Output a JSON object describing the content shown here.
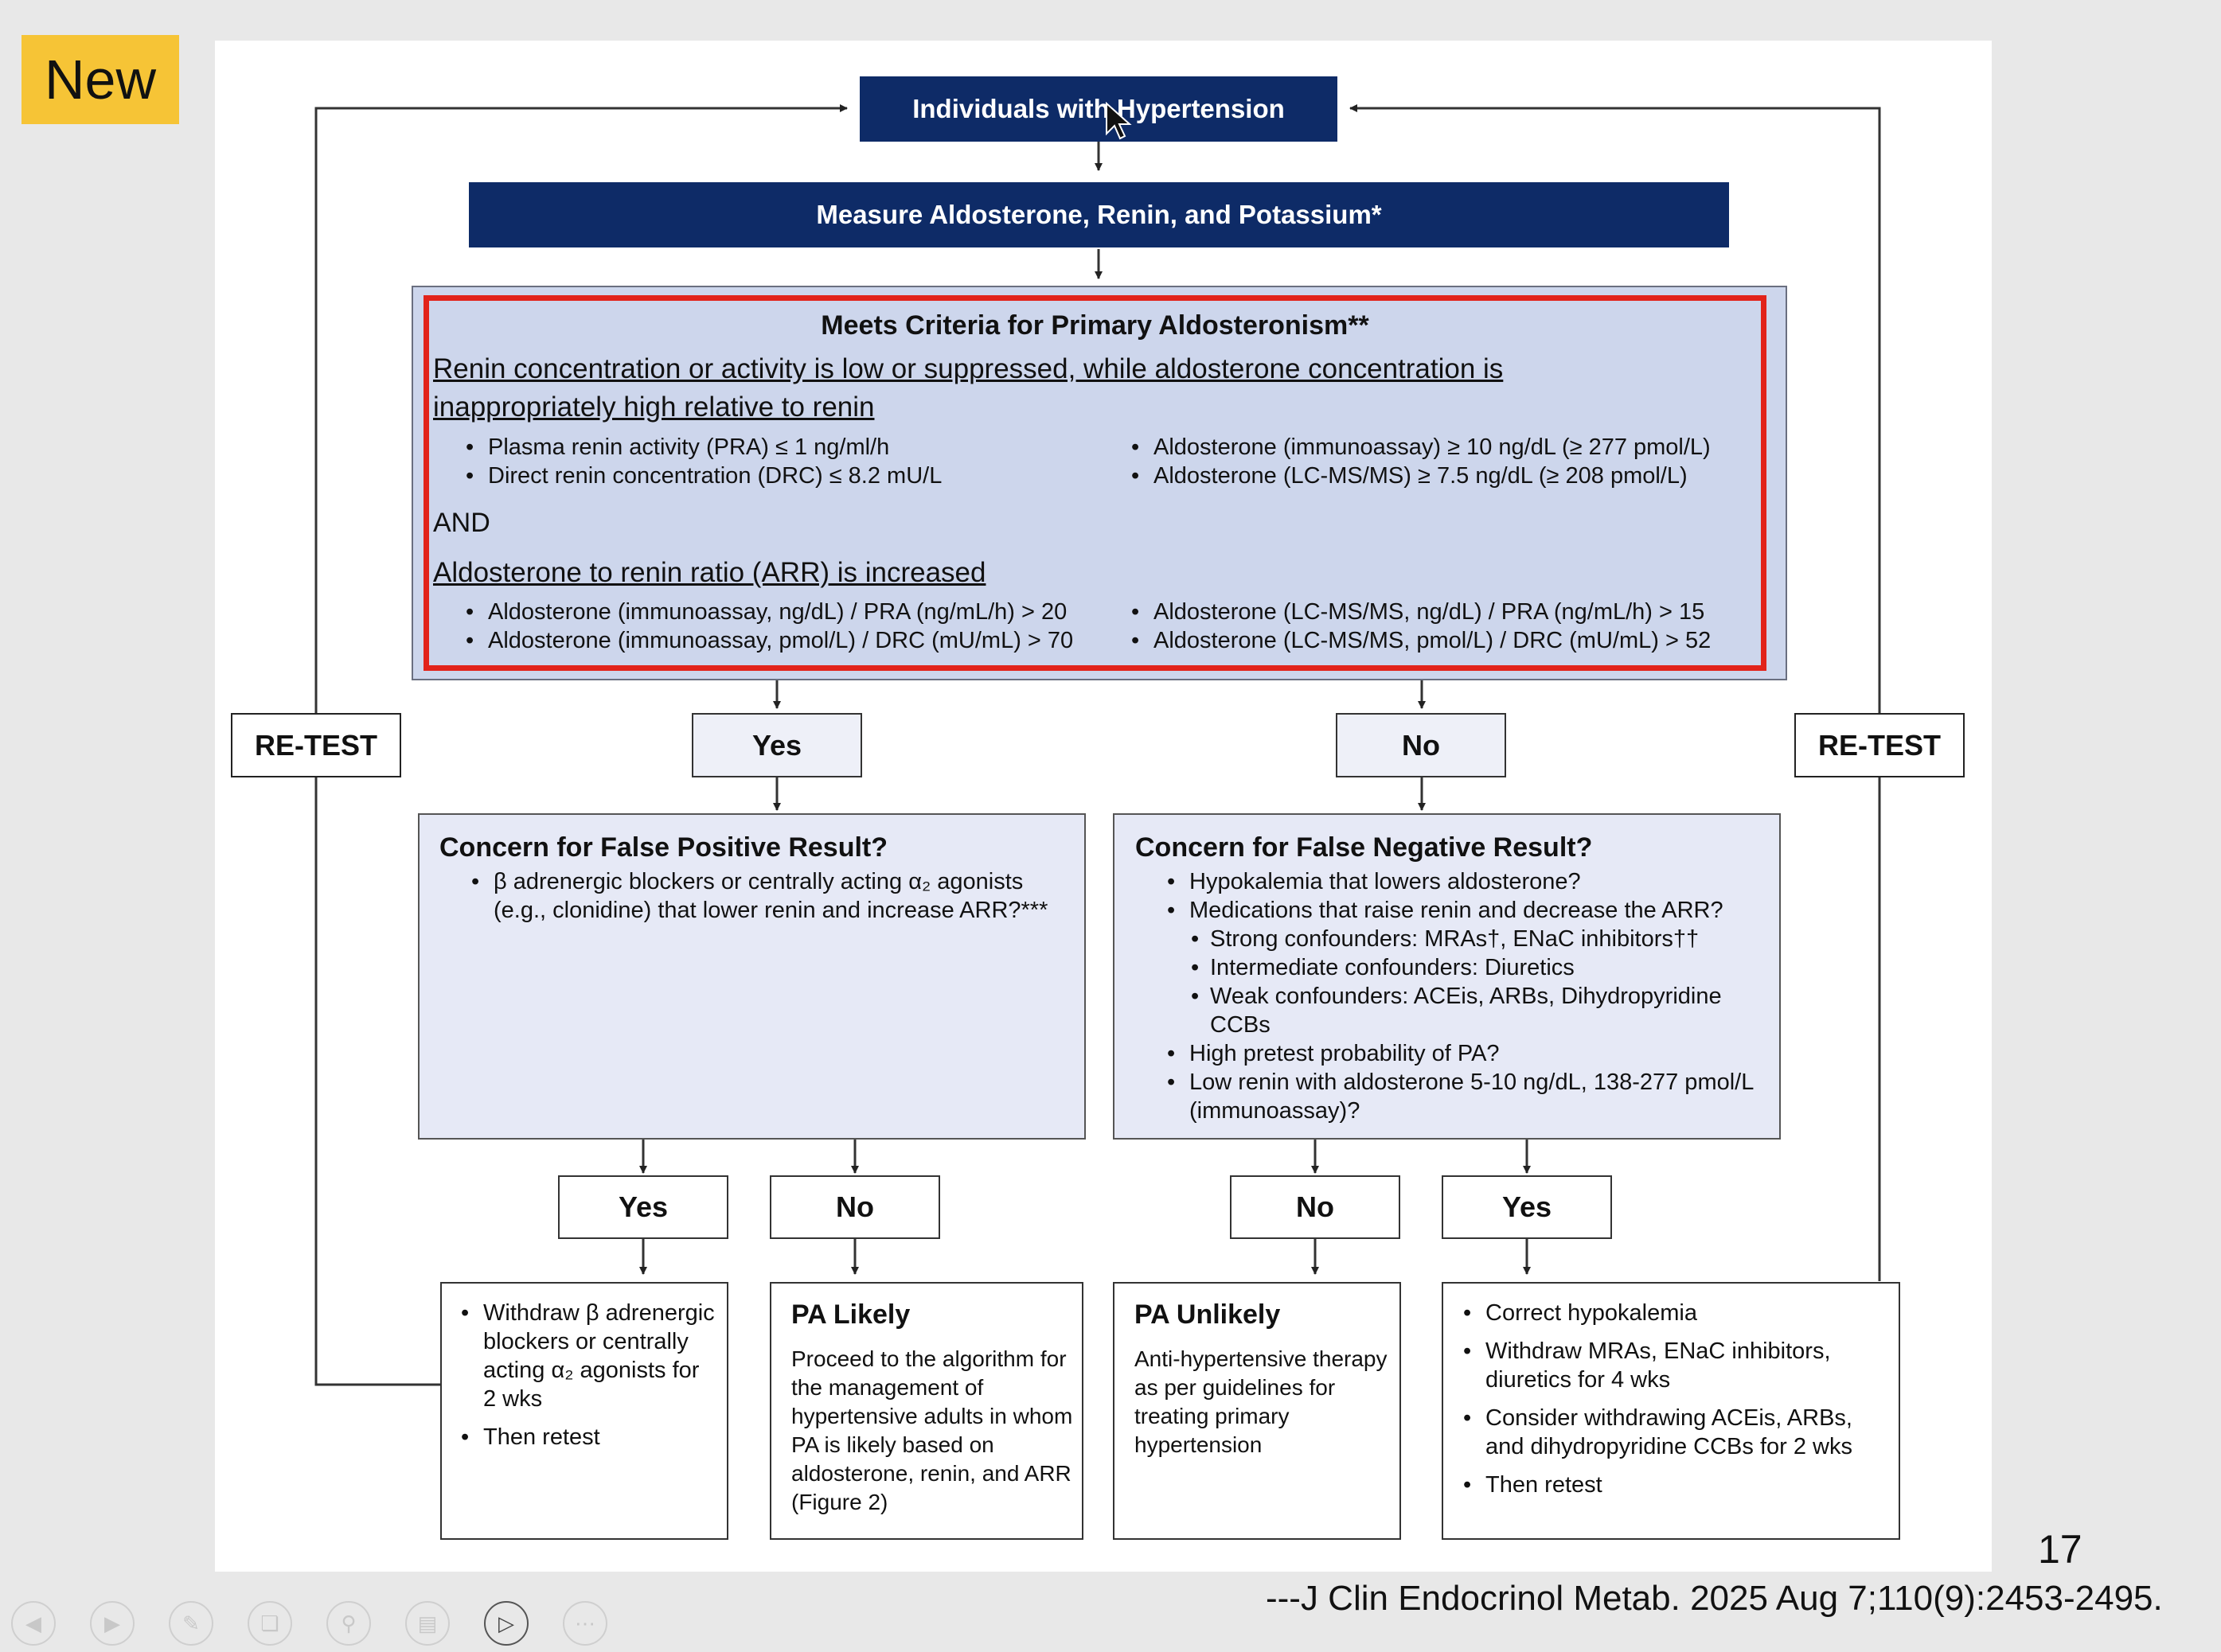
{
  "badge": "New",
  "top_box": "Individuals with Hypertension",
  "measure_box": "Measure Aldosterone, Renin, and Potassium*",
  "criteria": {
    "title": "Meets Criteria for Primary Aldosteronism**",
    "section1_line1": "Renin concentration or activity is low or suppressed, while aldosterone concentration is",
    "section1_line2": "inappropriately high relative to renin",
    "s1_left": [
      "Plasma renin activity (PRA) ≤ 1 ng/ml/h",
      "Direct renin concentration (DRC) ≤ 8.2 mU/L"
    ],
    "s1_right": [
      "Aldosterone (immunoassay) ≥ 10 ng/dL (≥ 277 pmol/L)",
      "Aldosterone (LC-MS/MS) ≥ 7.5 ng/dL (≥ 208 pmol/L)"
    ],
    "and": "AND",
    "section2": "Aldosterone to renin ratio (ARR) is increased",
    "s2_left": [
      "Aldosterone (immunoassay, ng/dL) / PRA (ng/mL/h) > 20",
      "Aldosterone (immunoassay, pmol/L) / DRC (mU/mL) > 70"
    ],
    "s2_right": [
      "Aldosterone (LC-MS/MS, ng/dL) / PRA (ng/mL/h) > 15",
      "Aldosterone (LC-MS/MS, pmol/L) / DRC (mU/mL) > 52"
    ]
  },
  "retest_left": "RE-TEST",
  "retest_right": "RE-TEST",
  "yes_main": "Yes",
  "no_main": "No",
  "false_positive": {
    "title": "Concern for False Positive Result?",
    "items": [
      "β adrenergic blockers or centrally acting α₂ agonists (e.g., clonidine) that lower renin and increase ARR?***"
    ]
  },
  "false_negative": {
    "title": "Concern for False Negative Result?",
    "item1": "Hypokalemia that lowers aldosterone?",
    "item2": "Medications that raise renin and decrease the ARR?",
    "sub": [
      "Strong confounders: MRAs†, ENaC inhibitors††",
      "Intermediate confounders: Diuretics",
      "Weak confounders: ACEis, ARBs, Dihydropyridine CCBs"
    ],
    "item3": "High pretest probability of PA?",
    "item4": "Low renin with aldosterone 5-10 ng/dL, 138-277 pmol/L (immunoassay)?"
  },
  "branch": {
    "yes1": "Yes",
    "no1": "No",
    "no2": "No",
    "yes2": "Yes"
  },
  "result1": {
    "items": [
      "Withdraw β adrenergic blockers or centrally acting α₂ agonists for 2 wks",
      "Then retest"
    ]
  },
  "result2": {
    "title": "PA Likely",
    "text": "Proceed to the algorithm for the management of hypertensive adults in whom PA is likely based on aldosterone, renin, and ARR (Figure 2)"
  },
  "result3": {
    "title": "PA Unlikely",
    "text": "Anti-hypertensive therapy as per guidelines for treating primary hypertension"
  },
  "result4": {
    "items": [
      "Correct hypokalemia",
      "Withdraw MRAs, ENaC inhibitors, diuretics for 4 wks",
      "Consider withdrawing ACEis, ARBs, and dihydropyridine CCBs for 2 wks",
      "Then retest"
    ]
  },
  "page_number": "17",
  "citation": "---J Clin Endocrinol Metab. 2025 Aug 7;110(9):2453-2495.",
  "colors": {
    "navy": "#0e2b67",
    "red_frame": "#e2231a",
    "criteria_bg": "#cdd6ec",
    "badge": "#f6c436"
  },
  "controls": [
    "back-icon",
    "forward-icon",
    "pen-icon",
    "copy-icon",
    "zoom-icon",
    "subtitles-icon",
    "camera-icon",
    "more-icon"
  ]
}
